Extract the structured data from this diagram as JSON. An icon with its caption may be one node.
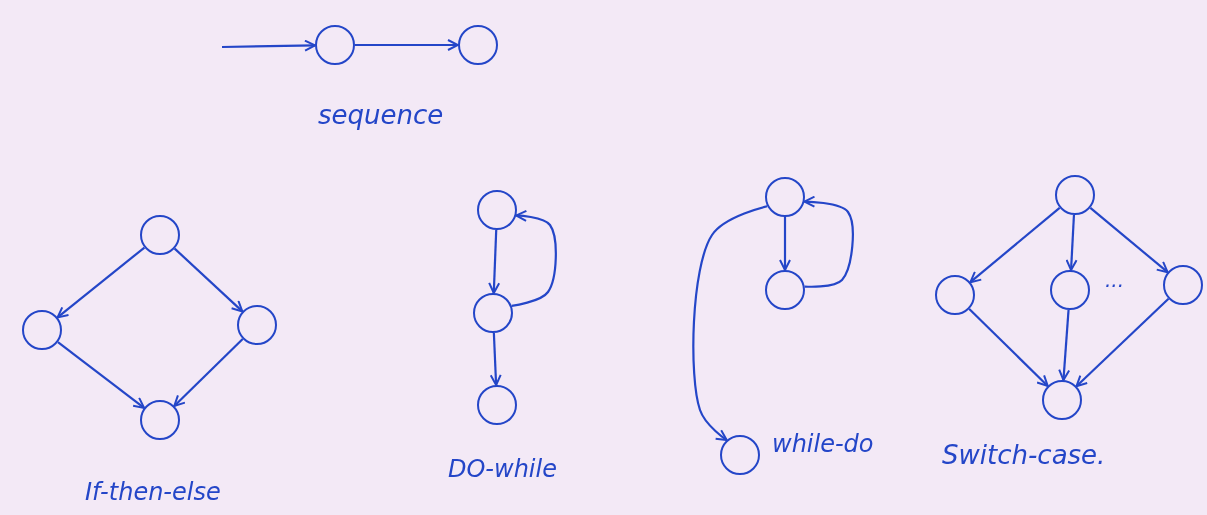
{
  "diagram": {
    "nodes": [
      {
        "text": [],
        "shape": "circle"
      },
      {
        "text": [],
        "shape": "circle"
      },
      {
        "text": [],
        "shape": "circle"
      },
      {
        "text": [],
        "shape": "circle"
      },
      {
        "text": [],
        "shape": "circle"
      },
      {
        "text": [],
        "shape": "circle"
      },
      {
        "text": [],
        "shape": "circle"
      },
      {
        "text": [],
        "shape": "circle"
      },
      {
        "text": [],
        "shape": "circle"
      },
      {
        "text": [],
        "shape": "circle"
      },
      {
        "text": [],
        "shape": "circle"
      },
      {
        "text": [],
        "shape": "circle"
      },
      {
        "text": [],
        "shape": "circle"
      },
      {
        "text": [],
        "shape": "circle"
      },
      {
        "text": [],
        "shape": "circle"
      },
      {
        "text": [],
        "shape": "circle"
      },
      {
        "text": [],
        "shape": "circle"
      }
    ],
    "edges": [
      {
        "from": null,
        "to": 0,
        "arrow": "to"
      },
      {
        "from": 0,
        "to": 1,
        "arrow": "to"
      },
      {
        "from": 2,
        "to": 3,
        "arrow": "to"
      },
      {
        "from": 2,
        "to": 4,
        "arrow": "to"
      },
      {
        "from": 3,
        "to": 5,
        "arrow": "to"
      },
      {
        "from": 4,
        "to": 5,
        "arrow": "to"
      },
      {
        "from": 6,
        "to": 7,
        "arrow": "to"
      },
      {
        "from": 7,
        "to": 8,
        "arrow": "to"
      },
      {
        "from": 7,
        "to": 6,
        "arrow": "to"
      },
      {
        "from": 9,
        "to": 10,
        "arrow": "to"
      },
      {
        "from": 10,
        "to": 9,
        "arrow": "to"
      },
      {
        "from": 9,
        "to": 11,
        "arrow": "to"
      },
      {
        "from": 12,
        "to": 13,
        "arrow": "to"
      },
      {
        "from": 12,
        "to": 14,
        "arrow": "to"
      },
      {
        "from": 12,
        "to": 15,
        "arrow": "to"
      },
      {
        "from": 13,
        "to": 16,
        "arrow": "to"
      },
      {
        "from": 14,
        "to": 16,
        "arrow": "to"
      },
      {
        "from": 15,
        "to": 16,
        "arrow": "to"
      }
    ],
    "labels": [
      "sequence",
      "...",
      "If-then-else",
      "DO-while",
      "while-do",
      "Switch-case."
    ]
  }
}
